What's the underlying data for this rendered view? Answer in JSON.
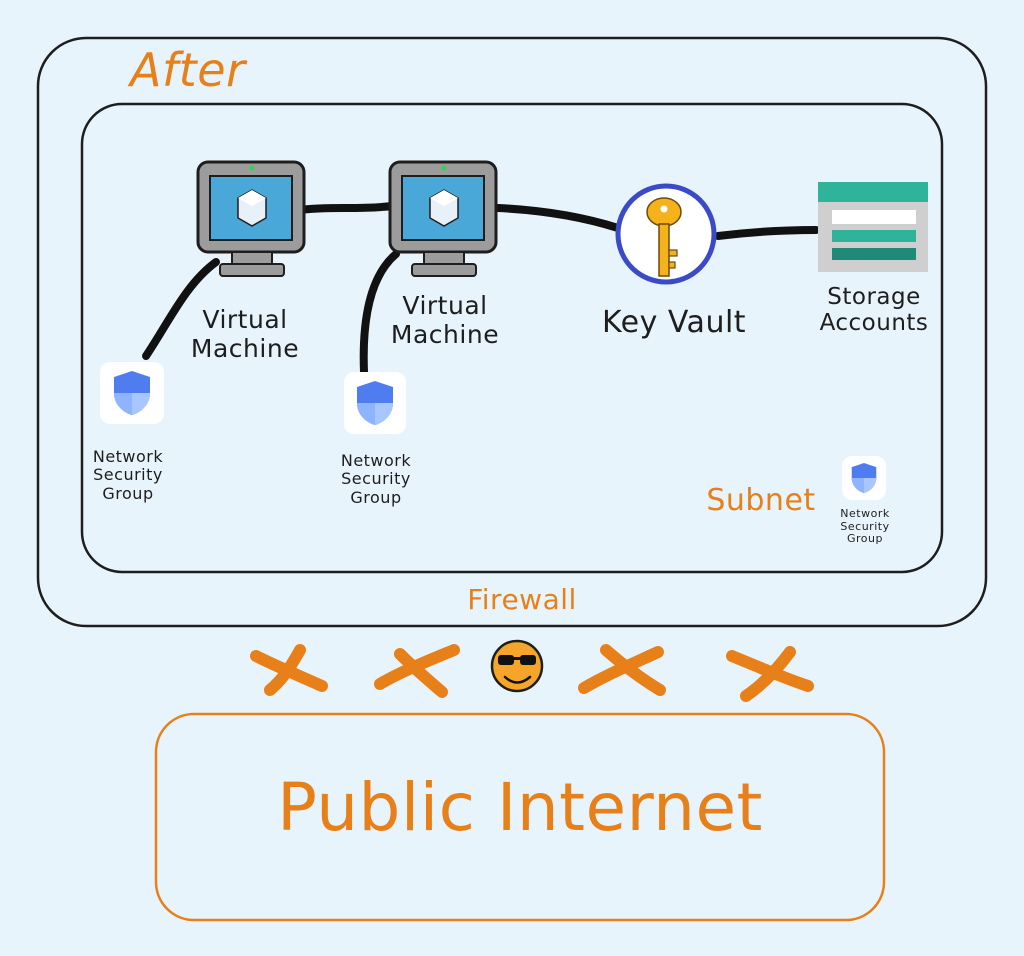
{
  "diagram": {
    "outer_label": "After",
    "subnet_label": "Subnet",
    "firewall_label": "Firewall",
    "internet_label": "Public Internet",
    "nodes": {
      "vm1": {
        "label_line1": "Virtual",
        "label_line2": "Machine",
        "icon": "computer-monitor-icon"
      },
      "vm2": {
        "label_line1": "Virtual",
        "label_line2": "Machine",
        "icon": "computer-monitor-icon"
      },
      "key_vault": {
        "label": "Key Vault",
        "icon": "key-icon"
      },
      "storage": {
        "label_line1": "Storage",
        "label_line2": "Accounts",
        "icon": "storage-icon"
      },
      "nsg1": {
        "label_line1": "Network",
        "label_line2": "Security",
        "label_line3": "Group",
        "icon": "shield-icon"
      },
      "nsg2": {
        "label_line1": "Network",
        "label_line2": "Security",
        "label_line3": "Group",
        "icon": "shield-icon"
      },
      "nsg3": {
        "label_line1": "Network",
        "label_line2": "Security",
        "label_line3": "Group",
        "icon": "shield-icon"
      }
    },
    "colors": {
      "background": "#e8f4fb",
      "stroke": "#1e1e1e",
      "accent_orange": "#e8801a",
      "key_vault_ring": "#3b4bc8",
      "storage_green": "#2fb39a",
      "monitor_screen": "#4aa8d8"
    }
  }
}
